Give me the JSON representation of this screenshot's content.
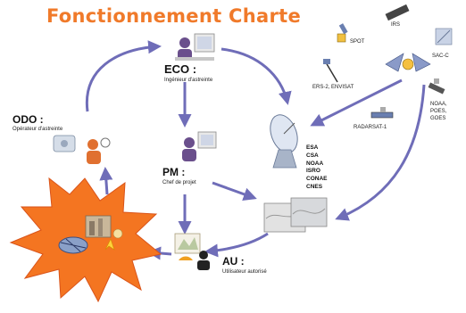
{
  "title": "Fonctionnement Charte",
  "nodes": {
    "eco": {
      "label": "ECO :",
      "description": "Ingénieur d'astreinte"
    },
    "odo": {
      "label": "ODO :",
      "description": "Opérateur d'astreinte"
    },
    "pm": {
      "label": "PM :",
      "description": "Chef de projet"
    },
    "au": {
      "label": "AU :",
      "description": "Utilisateur autorisé"
    }
  },
  "agencies": [
    "ESA",
    "CSA",
    "NOAA",
    "ISRO",
    "CONAE",
    "CNES"
  ],
  "satellites": {
    "spot": "SPOT",
    "irs": "IRS",
    "sac_c": "SAC-C",
    "ers": "ERS-2, ENVISAT",
    "radarsat": "RADARSAT-1",
    "noaa": [
      "NOAA,",
      "POES,",
      "GOES"
    ]
  },
  "colors": {
    "title": "#f07a2a",
    "arrow": "#6f6db8",
    "disaster": "#f47521",
    "person": "#6a4f8c"
  }
}
